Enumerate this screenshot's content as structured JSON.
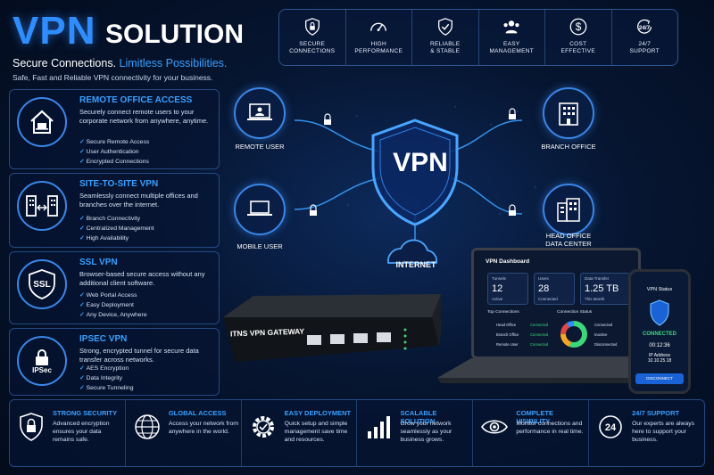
{
  "header": {
    "title_main": "VPN",
    "title_sub": "SOLUTION",
    "tagline_a": "Secure Connections.",
    "tagline_b": "Limitless Possibilities.",
    "subtagline": "Safe, Fast and Reliable VPN connectivity for your business."
  },
  "top_features": [
    {
      "label": "SECURE\nCONNECTIONS",
      "icon": "lock-icon"
    },
    {
      "label": "HIGH\nPERFORMANCE",
      "icon": "speedometer-icon"
    },
    {
      "label": "RELIABLE\n& STABLE",
      "icon": "shield-check-icon"
    },
    {
      "label": "EASY\nMANAGEMENT",
      "icon": "users-icon"
    },
    {
      "label": "COST\nEFFECTIVE",
      "icon": "dollar-icon"
    },
    {
      "label": "24/7\nSUPPORT",
      "icon": "clock-24-icon"
    }
  ],
  "panels": [
    {
      "title": "REMOTE OFFICE ACCESS",
      "desc": "Securely connect remote users to your corporate network from anywhere, anytime.",
      "items": [
        "Secure Remote Access",
        "User Authentication",
        "Encrypted Connections"
      ]
    },
    {
      "title": "SITE-TO-SITE VPN",
      "desc": "Seamlessly connect multiple offices and branches over the internet.",
      "items": [
        "Branch Connectivity",
        "Centralized Management",
        "High Availability"
      ]
    },
    {
      "title": "SSL VPN",
      "icon_text": "SSL",
      "desc": "Browser-based secure access without any additional client software.",
      "items": [
        "Web Portal Access",
        "Easy Deployment",
        "Any Device, Anywhere"
      ]
    },
    {
      "title": "IPSEC VPN",
      "icon_text": "IPSec",
      "desc": "Strong, encrypted tunnel for secure data transfer across networks.",
      "items": [
        "AES Encryption",
        "Data Integrity",
        "Secure Tunneling"
      ]
    }
  ],
  "diagram": {
    "shield_text": "VPN",
    "remote_user": "REMOTE USER",
    "mobile_user": "MOBILE USER",
    "branch_office": "BRANCH OFFICE",
    "head_office": "HEAD OFFICE\nDATA CENTER",
    "internet": "INTERNET",
    "gateway": "ITNS VPN GATEWAY"
  },
  "dashboard": {
    "title": "VPN Dashboard",
    "stats": [
      {
        "label": "Tunnels",
        "value": "12",
        "sub": "Active"
      },
      {
        "label": "Users",
        "value": "28",
        "sub": "Connected"
      },
      {
        "label": "Data Transfer",
        "value": "1.25 TB",
        "sub": "This Month"
      }
    ],
    "conn_header": "Top Connections",
    "conn_status_header": "Connection Status",
    "connections": [
      {
        "name": "Head Office",
        "status": "Connected"
      },
      {
        "name": "Branch Office",
        "status": "Connected"
      },
      {
        "name": "Remote User",
        "status": "Connected"
      }
    ],
    "legend": [
      "Connected",
      "Inactive",
      "Disconnected"
    ],
    "donut": [
      0.55,
      0.2,
      0.15,
      0.1
    ]
  },
  "phone": {
    "title": "VPN Status",
    "status": "CONNECTED",
    "time": "00:12:36",
    "ip_label": "IP Address",
    "ip": "10.10.25.18",
    "button": "DISCONNECT"
  },
  "bottom": [
    {
      "title": "STRONG SECURITY",
      "desc": "Advanced encryption ensures your data remains safe.",
      "icon": "lock-icon"
    },
    {
      "title": "GLOBAL ACCESS",
      "desc": "Access your network from anywhere in the world.",
      "icon": "globe-icon"
    },
    {
      "title": "EASY DEPLOYMENT",
      "desc": "Quick setup and simple management save time and resources.",
      "icon": "gear-check-icon"
    },
    {
      "title": "SCALABLE SOLUTION",
      "desc": "Grow your network seamlessly as your business grows.",
      "icon": "bar-chart-icon"
    },
    {
      "title": "COMPLETE VISIBILITY",
      "desc": "Monitor connections and performance in real time.",
      "icon": "eye-icon"
    },
    {
      "title": "24/7 SUPPORT",
      "desc": "Our experts are always here to support your business.",
      "icon": "support-24-icon"
    }
  ],
  "colors": {
    "accent": "#2f8dff",
    "ok": "#3ed67a",
    "bg": "#061530"
  }
}
